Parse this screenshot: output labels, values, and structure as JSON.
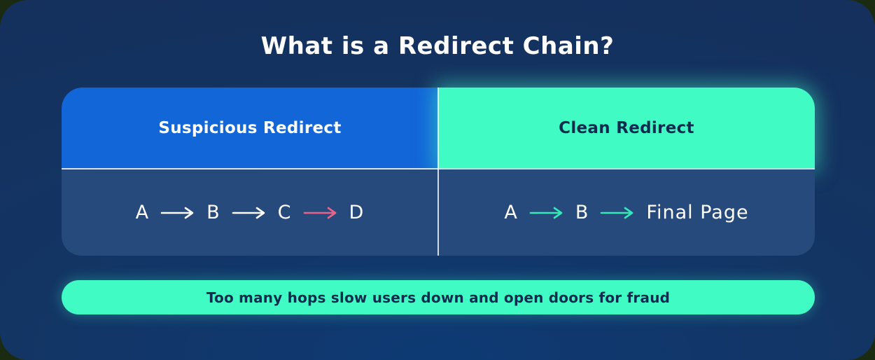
{
  "title": "What is a Redirect Chain?",
  "colors": {
    "background_navy_dark": "#152f5b",
    "background_navy_light": "#0e3a74",
    "suspicious_blue": "#1266d8",
    "clean_teal": "#40fcc4",
    "row_navy": "#274a7c",
    "dark_text": "#102b50",
    "arrow_white": "#ffffff",
    "arrow_pink": "#e8638a",
    "arrow_teal": "#35e9b7"
  },
  "panels": [
    {
      "header": "Suspicious Redirect",
      "chain": {
        "steps": [
          "A",
          "B",
          "C",
          "D"
        ],
        "arrows": [
          "white",
          "white",
          "pink"
        ]
      }
    },
    {
      "header": "Clean Redirect",
      "chain": {
        "steps": [
          "A",
          "B",
          "Final Page"
        ],
        "arrows": [
          "teal",
          "teal"
        ]
      }
    }
  ],
  "banner": "Too many hops slow users down and open doors for fraud"
}
